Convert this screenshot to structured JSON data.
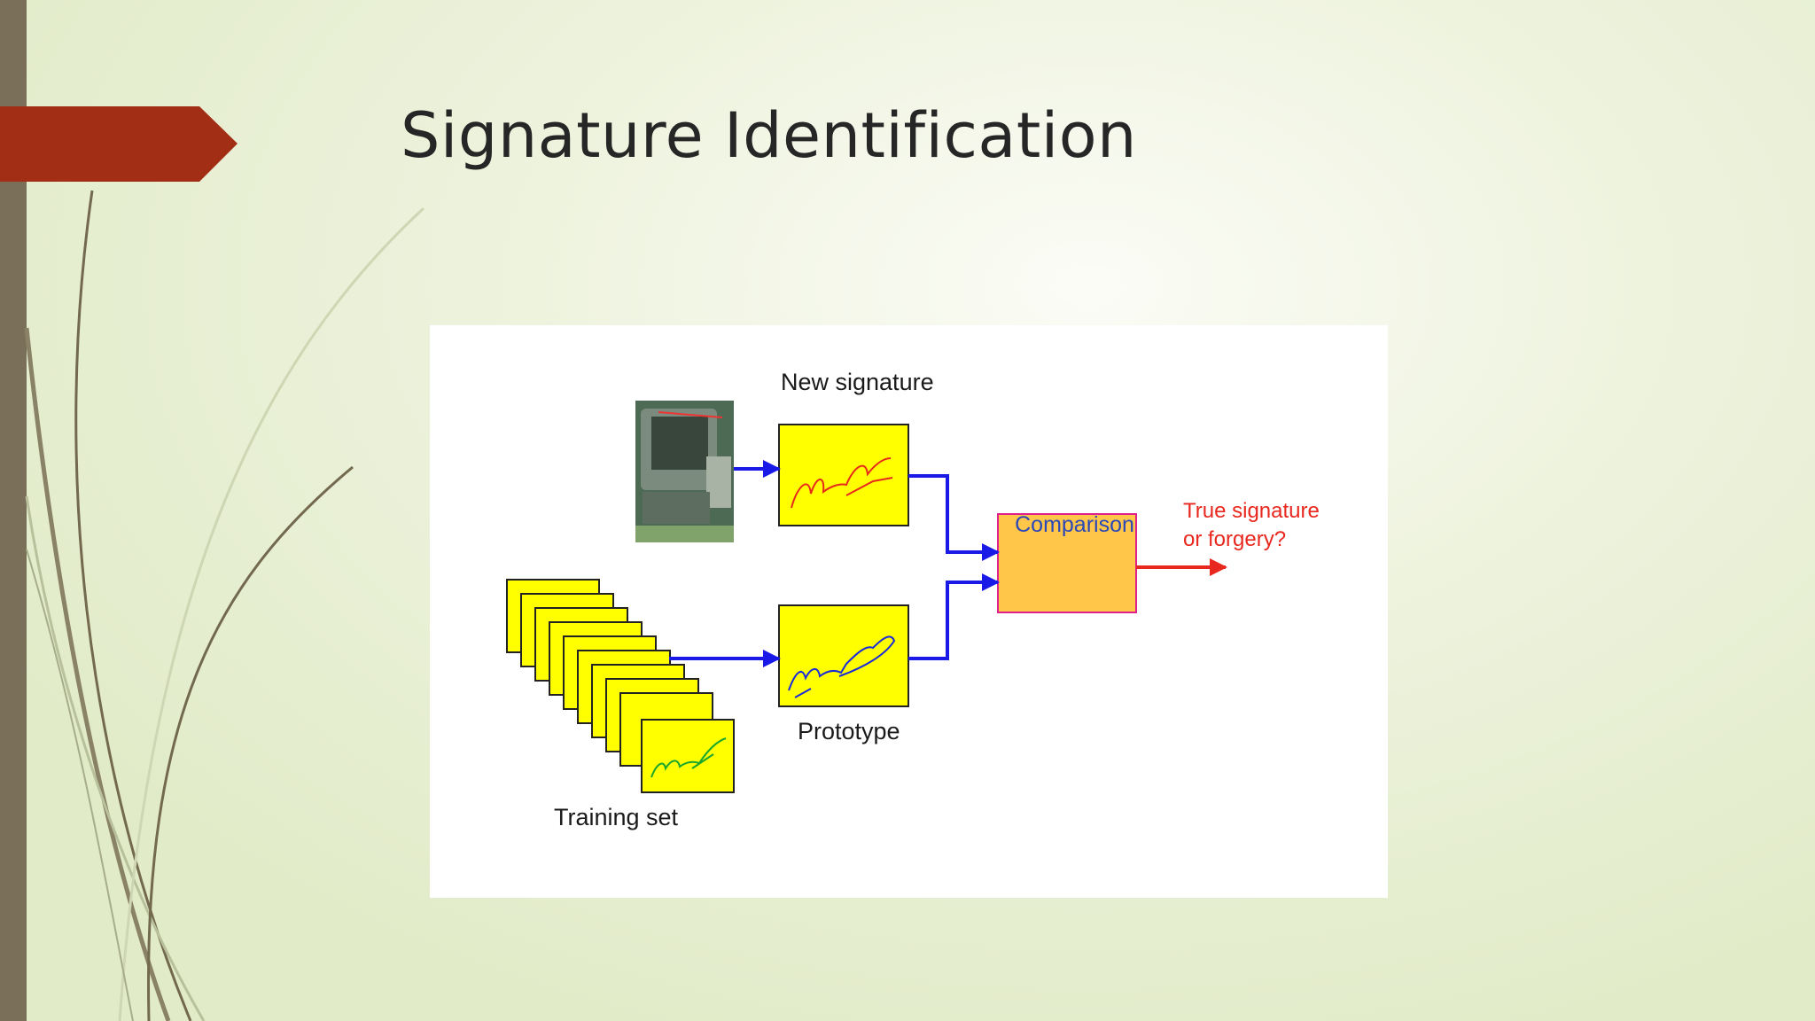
{
  "slide": {
    "title": "Signature Identification",
    "accent_color": "#a32e16",
    "sidebar_color": "#7a705a"
  },
  "diagram": {
    "new_signature_label": "New signature",
    "prototype_label": "Prototype",
    "training_set_label": "Training set",
    "comparison_label": "Comparison",
    "output_label_line1": "True signature",
    "output_label_line2": "or forgery?",
    "colors": {
      "card_fill": "#ffff00",
      "comparison_fill": "#ffc64a",
      "comparison_border": "#e0208a",
      "arrow_blue": "#1a1ae8",
      "arrow_red": "#e8281e",
      "new_signature_ink": "#e82a1a",
      "prototype_ink": "#1a2ad8",
      "training_ink": "#1aa62a"
    },
    "icons": [
      "photo-thumbnail",
      "signature-scribble"
    ]
  }
}
